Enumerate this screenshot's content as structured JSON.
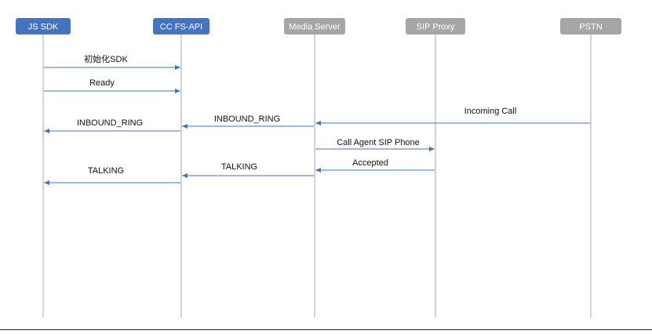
{
  "actors": [
    {
      "id": "jssdk",
      "label": "JS SDK",
      "color": "#4472c4"
    },
    {
      "id": "ccfsapi",
      "label": "CC FS-API",
      "color": "#4472c4"
    },
    {
      "id": "media",
      "label": "Media Server",
      "color": "#a6a6a6"
    },
    {
      "id": "sipproxy",
      "label": "SIP Proxy",
      "color": "#a6a6a6"
    },
    {
      "id": "pstn",
      "label": "PSTN",
      "color": "#a6a6a6"
    }
  ],
  "messages": [
    {
      "from": "jssdk",
      "to": "ccfsapi",
      "label": "初始化SDK"
    },
    {
      "from": "jssdk",
      "to": "ccfsapi",
      "label": "Ready"
    },
    {
      "from": "pstn",
      "to": "media",
      "label": "Incoming Call"
    },
    {
      "from": "media",
      "to": "ccfsapi",
      "label": "INBOUND_RING"
    },
    {
      "from": "ccfsapi",
      "to": "jssdk",
      "label": "INBOUND_RING"
    },
    {
      "from": "media",
      "to": "sipproxy",
      "label": "Call Agent SIP Phone"
    },
    {
      "from": "sipproxy",
      "to": "media",
      "label": "Accepted"
    },
    {
      "from": "media",
      "to": "ccfsapi",
      "label": "TALKING"
    },
    {
      "from": "ccfsapi",
      "to": "jssdk",
      "label": "TALKING"
    }
  ],
  "colors": {
    "arrow": "#4472c4",
    "lifeline": "#a9a9a9"
  }
}
